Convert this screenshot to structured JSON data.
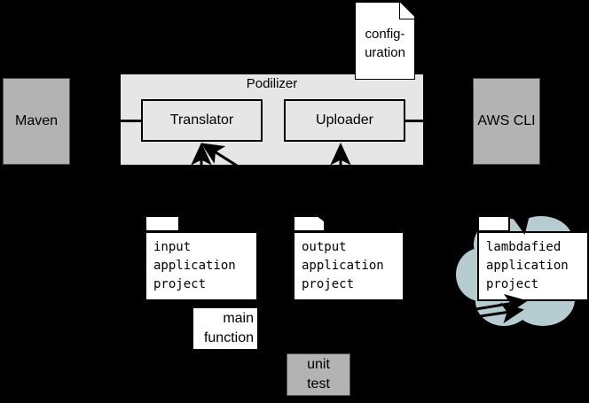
{
  "diagram": {
    "title": "Podilizer architecture diagram",
    "background_color": "#000000",
    "colors": {
      "external_system_fill": "#b3b3b3",
      "container_fill": "#e6e6e6",
      "package_fill": "#ffffff",
      "cloud_fill": "#b5ccd0",
      "stroke": "#000000"
    }
  },
  "external_systems": {
    "maven": {
      "label": "Maven"
    },
    "aws_cli": {
      "label": "AWS CLI"
    }
  },
  "podilizer": {
    "label": "Podilizer",
    "components": [
      {
        "label": "Translator"
      },
      {
        "label": "Uploader"
      }
    ]
  },
  "configuration_note": {
    "label": "config-\nuration"
  },
  "packages": {
    "input_project": {
      "label": "input\napplication\nproject"
    },
    "output_project": {
      "label": "output\napplication\nproject"
    },
    "lambdafied_project": {
      "label": "lambdafied\napplication\nproject"
    }
  },
  "artifacts": {
    "main_function": {
      "label": "main\nfunction"
    },
    "unit_test": {
      "label": "unit\ntest"
    }
  }
}
